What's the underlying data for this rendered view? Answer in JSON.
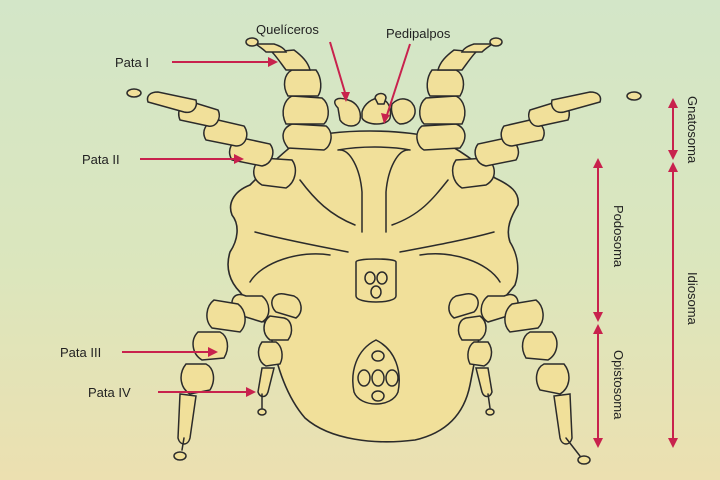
{
  "labels": {
    "queliceros": "Quelíceros",
    "pedipalpos": "Pedipalpos",
    "pata_i": "Pata I",
    "pata_ii": "Pata II",
    "pata_iii": "Pata III",
    "pata_iv": "Pata IV",
    "gnatosoma": "Gnatosoma",
    "podosoma": "Podosoma",
    "idiosoma": "Idiosoma",
    "opistosoma": "Opistosoma"
  },
  "colors": {
    "arrow": "#c8224d",
    "body_fill": "#f1e09a",
    "outline": "#2b2b2b",
    "background_top": "#d3e6c8",
    "background_bottom": "#ece0b0"
  }
}
